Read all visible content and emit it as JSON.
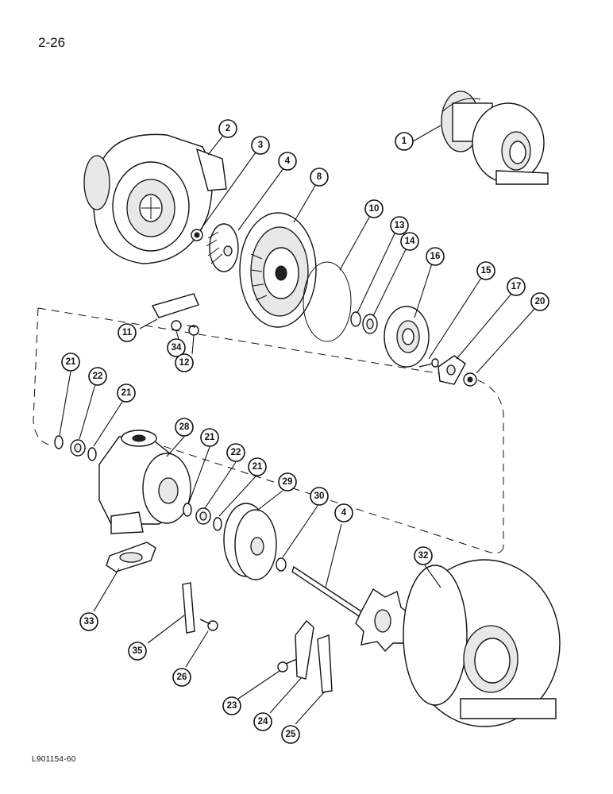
{
  "page": {
    "number": "2-26",
    "drawing_code": "L901154-60"
  },
  "callouts": [
    {
      "id": "c1",
      "label": "1"
    },
    {
      "id": "c2",
      "label": "2"
    },
    {
      "id": "c3",
      "label": "3"
    },
    {
      "id": "c4a",
      "label": "4"
    },
    {
      "id": "c8",
      "label": "8"
    },
    {
      "id": "c10",
      "label": "10"
    },
    {
      "id": "c13",
      "label": "13"
    },
    {
      "id": "c14",
      "label": "14"
    },
    {
      "id": "c16",
      "label": "16"
    },
    {
      "id": "c15",
      "label": "15"
    },
    {
      "id": "c17",
      "label": "17"
    },
    {
      "id": "c20",
      "label": "20"
    },
    {
      "id": "c11",
      "label": "11"
    },
    {
      "id": "c34",
      "label": "34"
    },
    {
      "id": "c12",
      "label": "12"
    },
    {
      "id": "c21a",
      "label": "21"
    },
    {
      "id": "c22a",
      "label": "22"
    },
    {
      "id": "c21b",
      "label": "21"
    },
    {
      "id": "c28",
      "label": "28"
    },
    {
      "id": "c21c",
      "label": "21"
    },
    {
      "id": "c22b",
      "label": "22"
    },
    {
      "id": "c21d",
      "label": "21"
    },
    {
      "id": "c29",
      "label": "29"
    },
    {
      "id": "c30",
      "label": "30"
    },
    {
      "id": "c4b",
      "label": "4"
    },
    {
      "id": "c32",
      "label": "32"
    },
    {
      "id": "c33",
      "label": "33"
    },
    {
      "id": "c35",
      "label": "35"
    },
    {
      "id": "c26",
      "label": "26"
    },
    {
      "id": "c23",
      "label": "23"
    },
    {
      "id": "c24",
      "label": "24"
    },
    {
      "id": "c25",
      "label": "25"
    }
  ]
}
